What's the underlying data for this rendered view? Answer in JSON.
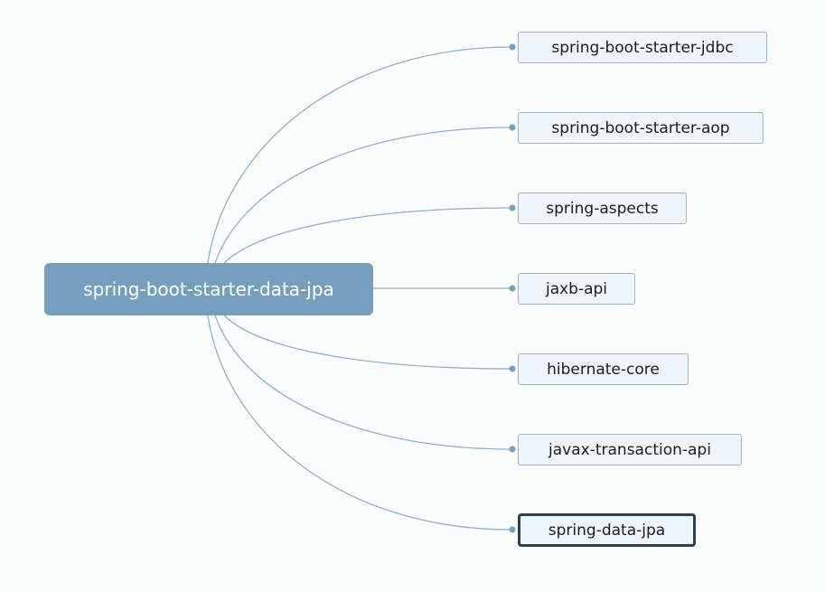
{
  "mindmap": {
    "root": {
      "label": "spring-boot-starter-data-jpa"
    },
    "children": [
      {
        "label": "spring-boot-starter-jdbc",
        "selected": false
      },
      {
        "label": "spring-boot-starter-aop",
        "selected": false
      },
      {
        "label": "spring-aspects",
        "selected": false
      },
      {
        "label": "jaxb-api",
        "selected": false
      },
      {
        "label": "hibernate-core",
        "selected": false
      },
      {
        "label": "javax-transaction-api",
        "selected": false
      },
      {
        "label": "spring-data-jpa",
        "selected": true
      }
    ]
  },
  "colors": {
    "root_fill": "#769fbd",
    "child_fill": "#eff4f8",
    "child_border": "#9ab6cb",
    "selected_border": "#2f3f4b",
    "connector": "#8fb0c9",
    "background": "#fbfcfc"
  }
}
